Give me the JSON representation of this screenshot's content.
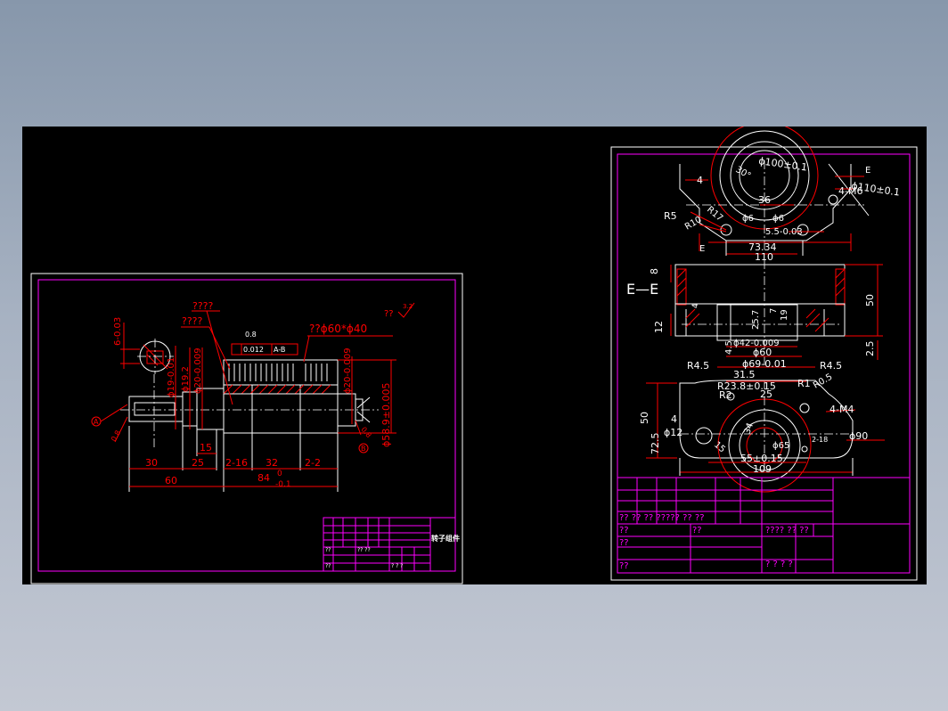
{
  "left_sheet": {
    "title_block_name": "转子组件",
    "notes": [
      "????",
      "????",
      "??",
      "3.2"
    ],
    "spec": "??ϕ60*ϕ40",
    "fcf": [
      "0.8",
      "0.012",
      "A-B"
    ],
    "datums": [
      "A",
      "B"
    ],
    "dims": {
      "key_depth": "6-0.03",
      "d19": "ϕ19-0.01",
      "d192": "ϕ19.2",
      "d20": "ϕ20-0.009",
      "d20b": "ϕ20-0.009",
      "d589": "ϕ58.9±0.005",
      "l30": "30",
      "l25": "25",
      "l15": "15",
      "l216": "2-16",
      "l32": "32",
      "l22": "2-2",
      "l60": "60",
      "l84": "84",
      "l84up": "0",
      "l84low": "-0.1",
      "c08a": "0.8",
      "c08b": "0.8"
    },
    "title_rows": [
      "??",
      "?? ??",
      "??",
      "? ? ?"
    ]
  },
  "right_sheet": {
    "dims_top": {
      "d100": "ϕ100±0.1",
      "e1": "E",
      "d110": "ϕ110±0.1",
      "m6": "4-M6",
      "a30": "30°",
      "r5": "R5",
      "r10": "R10",
      "n4": "4",
      "r17": "R17",
      "n36": "36",
      "d6a": "ϕ6",
      "d6b": "ϕ6",
      "w55": "5.5-0.03",
      "e2": "E",
      "w7334": "73.34",
      "w110": "110"
    },
    "dims_mid": {
      "section": "E—E",
      "h8": "8",
      "h12": "12",
      "h50": "50",
      "h4": "4",
      "h257": "25.7",
      "h19": "19",
      "h7": "7",
      "h45": "4.5",
      "d42": "ϕ42-0.009",
      "d60": "ϕ60",
      "d69": "ϕ69-0.01",
      "h25": "2.5",
      "r45a": "R4.5",
      "r45b": "R4.5"
    },
    "dims_bot": {
      "w315": "31.5",
      "r238": "R23.8±0.15",
      "r1": "R1",
      "r05": "R0.5",
      "r2": "R2",
      "n25": "25",
      "m4": "4-M4",
      "h50": "50",
      "h725": "72.5",
      "n4": "4",
      "d12": "ϕ12",
      "d90": "ϕ90",
      "n15": "15",
      "n34": "34",
      "d65": "ϕ65",
      "n218": "2-18",
      "w55": "55±0.15",
      "w109": "109"
    },
    "title_rows": [
      "?? ?? ?? ????? ?? ??",
      "??",
      "??",
      "??",
      "??"
    ],
    "title_right": [
      "???? ?? ??",
      "? ? ? ?"
    ]
  }
}
